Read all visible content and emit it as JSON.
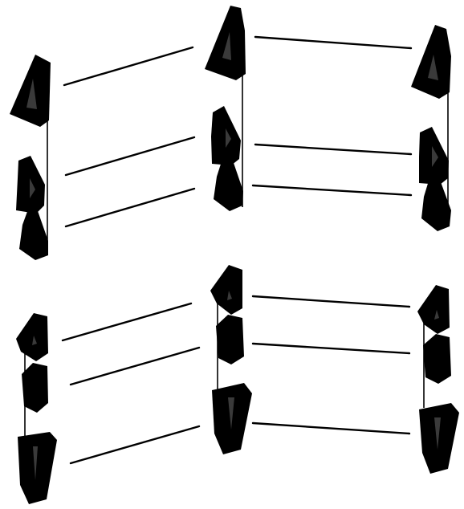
{
  "figure": {
    "description_free": true,
    "background": "#ffffff",
    "ink": "#000000",
    "inner_mark": "#3a3a3a",
    "rows": [
      {
        "id": "top-row",
        "columns": [
          {
            "id": "top-left",
            "items": [
              "triangle",
              "cup",
              "drop"
            ]
          },
          {
            "id": "top-middle",
            "items": [
              "triangle",
              "cup",
              "drop"
            ]
          },
          {
            "id": "top-right",
            "items": [
              "triangle",
              "cup",
              "drop"
            ]
          }
        ],
        "links": [
          {
            "from": "top-left",
            "to": "top-middle",
            "count": 3
          },
          {
            "from": "top-middle",
            "to": "top-right",
            "count": 3
          }
        ]
      },
      {
        "id": "bottom-row",
        "columns": [
          {
            "id": "bottom-left",
            "items": [
              "arrowhead",
              "pentagon",
              "wedge"
            ]
          },
          {
            "id": "bottom-middle",
            "items": [
              "arrowhead",
              "pentagon",
              "wedge"
            ]
          },
          {
            "id": "bottom-right",
            "items": [
              "arrowhead",
              "pentagon",
              "wedge"
            ]
          }
        ],
        "links": [
          {
            "from": "bottom-left",
            "to": "bottom-middle",
            "count": 3
          },
          {
            "from": "bottom-middle",
            "to": "bottom-right",
            "count": 3
          }
        ]
      }
    ]
  }
}
